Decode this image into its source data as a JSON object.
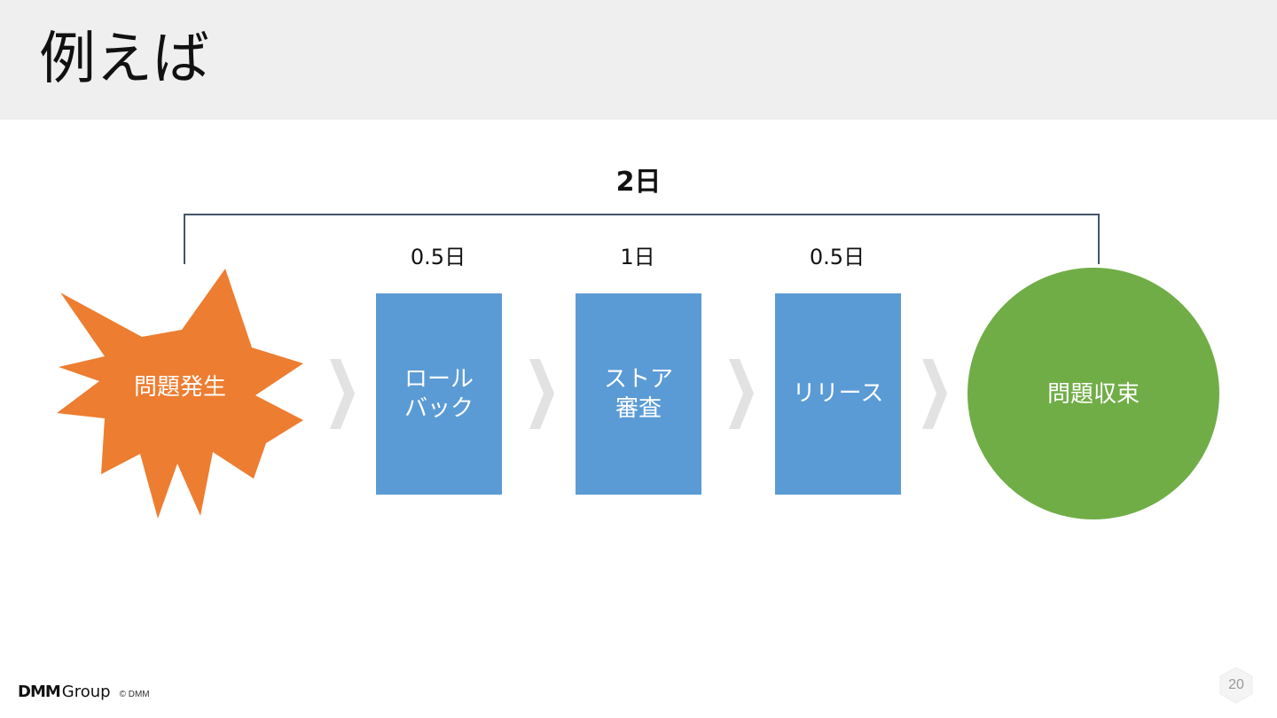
{
  "slide": {
    "title": "例えば",
    "total_duration": "2日",
    "page_number": "20"
  },
  "flow": {
    "start": {
      "label": "問題発生",
      "color": "#ed7d31"
    },
    "steps": [
      {
        "label": "ロール\nバック",
        "duration": "0.5日",
        "color": "#5b9bd5"
      },
      {
        "label": "ストア\n審査",
        "duration": "1日",
        "color": "#5b9bd5"
      },
      {
        "label": "リリース",
        "duration": "0.5日",
        "color": "#5b9bd5"
      }
    ],
    "end": {
      "label": "問題収束",
      "color": "#70ad47"
    },
    "connector_icon": "chevron-right-icon",
    "connector_color": "#e2e2e2"
  },
  "footer": {
    "logo_mark": "DMM",
    "logo_text": "Group",
    "copyright": "© DMM"
  },
  "colors": {
    "header_band": "#efefef",
    "bracket": "#44546a"
  }
}
